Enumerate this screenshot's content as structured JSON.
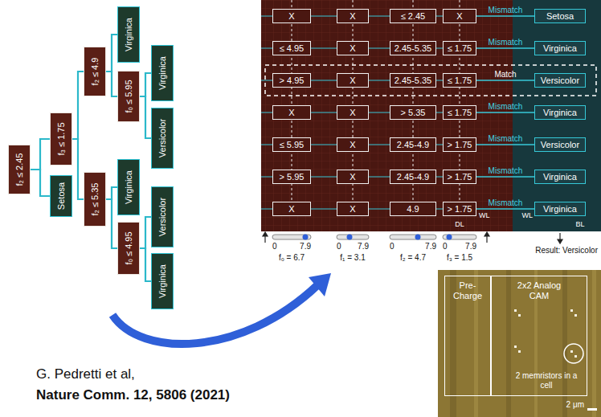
{
  "diagram": {
    "nodes": [
      {
        "text": [
          "f₂ ≤ 2.45"
        ]
      },
      {
        "text": [
          "f₃ ≤ 1.75"
        ]
      },
      {
        "text": [
          "Setosa"
        ]
      },
      {
        "text": [
          "f₂ ≤ 4.9"
        ]
      },
      {
        "text": [
          "Virginica"
        ]
      },
      {
        "text": [
          "f₀ ≤ 5.95"
        ]
      },
      {
        "text": [
          "Virginica"
        ]
      },
      {
        "text": [
          "Versicolor"
        ]
      },
      {
        "text": [
          "f₂ ≤ 5.35"
        ]
      },
      {
        "text": [
          "Virginica"
        ]
      },
      {
        "text": [
          "f₀ ≤ 4.95"
        ]
      },
      {
        "text": [
          "Versicolor"
        ]
      },
      {
        "text": [
          "Virginica"
        ]
      },
      {
        "text": [
          "X"
        ]
      },
      {
        "text": [
          "X"
        ]
      },
      {
        "text": [
          "≤ 2.45"
        ]
      },
      {
        "text": [
          "X"
        ]
      },
      {
        "text": [
          "≤ 4.95"
        ]
      },
      {
        "text": [
          "X"
        ]
      },
      {
        "text": [
          "2.45-5.35"
        ]
      },
      {
        "text": [
          "≤ 1.75"
        ]
      },
      {
        "text": [
          "> 4.95"
        ]
      },
      {
        "text": [
          "X"
        ]
      },
      {
        "text": [
          "2.45-5.35"
        ]
      },
      {
        "text": [
          "≤ 1.75"
        ]
      },
      {
        "text": [
          "X"
        ]
      },
      {
        "text": [
          "X"
        ]
      },
      {
        "text": [
          "> 5.35"
        ]
      },
      {
        "text": [
          "≤ 1.75"
        ]
      },
      {
        "text": [
          "≤ 5.95"
        ]
      },
      {
        "text": [
          "X"
        ]
      },
      {
        "text": [
          "2.45-4.9"
        ]
      },
      {
        "text": [
          "> 1.75"
        ]
      },
      {
        "text": [
          "> 5.95"
        ]
      },
      {
        "text": [
          "X"
        ]
      },
      {
        "text": [
          "2.45-4.9"
        ]
      },
      {
        "text": [
          "> 1.75"
        ]
      },
      {
        "text": [
          "X"
        ]
      },
      {
        "text": [
          "X"
        ]
      },
      {
        "text": [
          "4.9"
        ]
      },
      {
        "text": [
          "> 1.75"
        ]
      },
      {
        "text": [
          "Setosa"
        ]
      },
      {
        "text": [
          "Virginica"
        ]
      },
      {
        "text": [
          "Versicolor"
        ]
      },
      {
        "text": [
          "Virginica"
        ]
      },
      {
        "text": [
          "Versicolor"
        ]
      },
      {
        "text": [
          "Virginica"
        ]
      },
      {
        "text": [
          "Virginica"
        ]
      },
      {
        "text": [
          "Pre-Charge"
        ]
      },
      {
        "text": [
          "2x2 Analog CAM"
        ]
      }
    ],
    "edges": [
      {
        "from": 0,
        "to": 1,
        "arrow": "none"
      },
      {
        "from": 0,
        "to": 2,
        "arrow": "none"
      },
      {
        "from": 1,
        "to": 3,
        "arrow": "none"
      },
      {
        "from": 1,
        "to": 8,
        "arrow": "none"
      },
      {
        "from": 3,
        "to": 4,
        "arrow": "none"
      },
      {
        "from": 3,
        "to": 5,
        "arrow": "none"
      },
      {
        "from": 5,
        "to": 6,
        "arrow": "none"
      },
      {
        "from": 5,
        "to": 7,
        "arrow": "none"
      },
      {
        "from": 8,
        "to": 9,
        "arrow": "none"
      },
      {
        "from": 8,
        "to": 10,
        "arrow": "none"
      },
      {
        "from": 10,
        "to": 11,
        "arrow": "none"
      },
      {
        "from": 10,
        "to": 12,
        "arrow": "none"
      },
      {
        "from": 16,
        "to": 41,
        "label": "Mismatch",
        "arrow": "none"
      },
      {
        "from": 20,
        "to": 42,
        "label": "Mismatch",
        "arrow": "none"
      },
      {
        "from": 24,
        "to": 43,
        "label": "Match",
        "arrow": "none"
      },
      {
        "from": 28,
        "to": 44,
        "label": "Mismatch",
        "arrow": "none"
      },
      {
        "from": 32,
        "to": 45,
        "label": "Mismatch",
        "arrow": "none"
      },
      {
        "from": 36,
        "to": 46,
        "label": "Mismatch",
        "arrow": "none"
      },
      {
        "from": 40,
        "to": 47,
        "label": "Mismatch",
        "arrow": "none"
      }
    ],
    "labels": [
      "0",
      "7.9",
      "0",
      "7.9",
      "0",
      "7.9",
      "0",
      "7.9",
      "f₀ = 6.7",
      "f₁ = 3.1",
      "f₂ = 4.7",
      "f₃ = 1.5",
      "WL",
      "WL",
      "DL",
      "BL",
      "Result: Versicolor",
      "2 memristors in a cell",
      "2 μm",
      "G. Pedretti et al,",
      "Nature Comm. 12, 5806 (2021)"
    ]
  }
}
